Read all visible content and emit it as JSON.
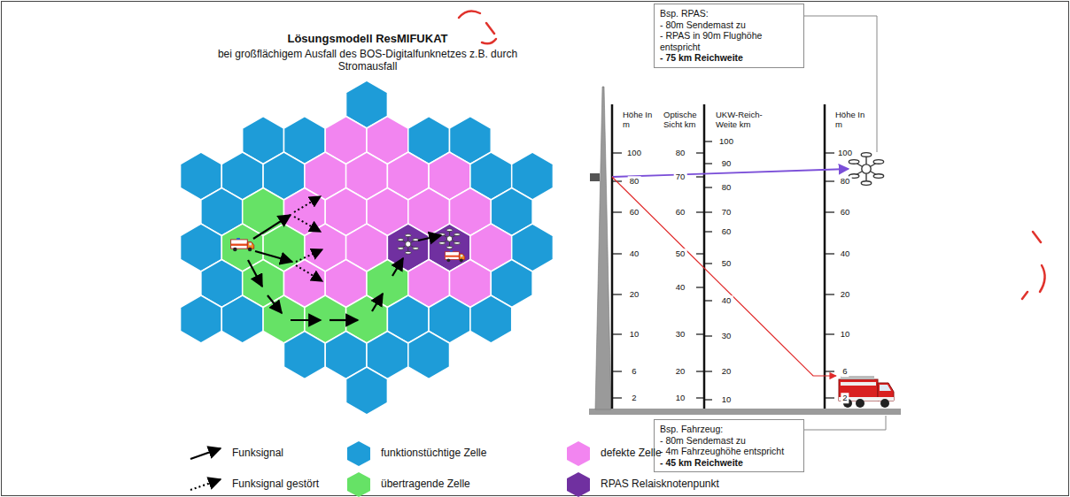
{
  "diagram": {
    "title": "Lösungsmodell ResMIFUKAT",
    "nodes": [
      {
        "text": [
          "Bsp. RPAS:",
          "- 80m Sendemast zu",
          "- RPAS in 90m Flughöhe entspricht",
          "- 75 km Reichweite"
        ]
      },
      {
        "text": [
          "Bsp. Fahrzeug:",
          "- 80m Sendemast zu",
          "- 4m Fahrzeughöhe entspricht",
          "- 45 km Reichweite"
        ]
      }
    ],
    "labels": [
      "bei großflächigem Ausfall des BOS-Digitalfunknetzes z.B. durch Stromausfall",
      "Höhe In m",
      "Optische Sicht km",
      "UKW-Reich-Weite km",
      "Höhe In m",
      "100",
      "80",
      "60",
      "40",
      "20",
      "10",
      "6",
      "2",
      "80",
      "70",
      "60",
      "50",
      "40",
      "30",
      "20",
      "10",
      "100",
      "90",
      "80",
      "70",
      "60",
      "50",
      "40",
      "30",
      "20",
      "10",
      "100",
      "80",
      "60",
      "40",
      "20",
      "10",
      "6",
      "2"
    ],
    "legend": [
      {
        "text": "Funksignal"
      },
      {
        "text": "Funksignal gestört"
      },
      {
        "text": "funktionstüchtige Zelle",
        "color": "#1e9cd8"
      },
      {
        "text": "übertragende Zelle",
        "color": "#66e266"
      },
      {
        "text": "defekte Zelle",
        "color": "#f285f0"
      },
      {
        "text": "RPAS Relaisknotenpunkt",
        "color": "#7030a0"
      }
    ]
  }
}
